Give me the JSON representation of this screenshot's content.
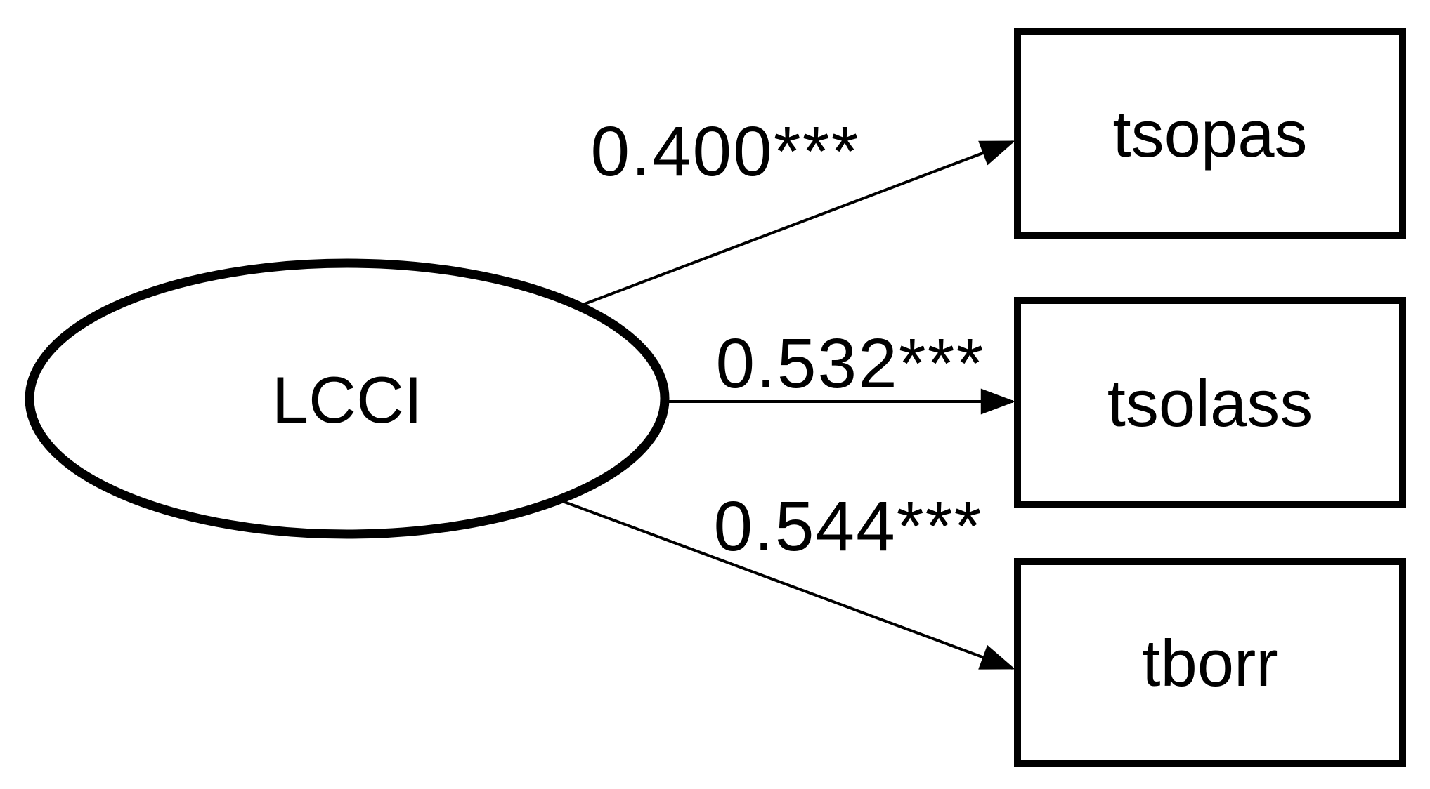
{
  "diagram": {
    "type": "sem-path-diagram",
    "latent": {
      "label": "LCCI",
      "shape": "ellipse"
    },
    "observed": [
      {
        "label": "tsopas",
        "shape": "rectangle",
        "position": "top"
      },
      {
        "label": "tsolass",
        "shape": "rectangle",
        "position": "middle"
      },
      {
        "label": "tborr",
        "shape": "rectangle",
        "position": "bottom"
      }
    ],
    "paths": [
      {
        "from": "LCCI",
        "to": "tsopas",
        "coefficient": "0.400***"
      },
      {
        "from": "LCCI",
        "to": "tsolass",
        "coefficient": "0.532***"
      },
      {
        "from": "LCCI",
        "to": "tborr",
        "coefficient": "0.544***"
      }
    ],
    "colors": {
      "stroke": "#000000",
      "background": "#ffffff",
      "text": "#000000"
    }
  }
}
